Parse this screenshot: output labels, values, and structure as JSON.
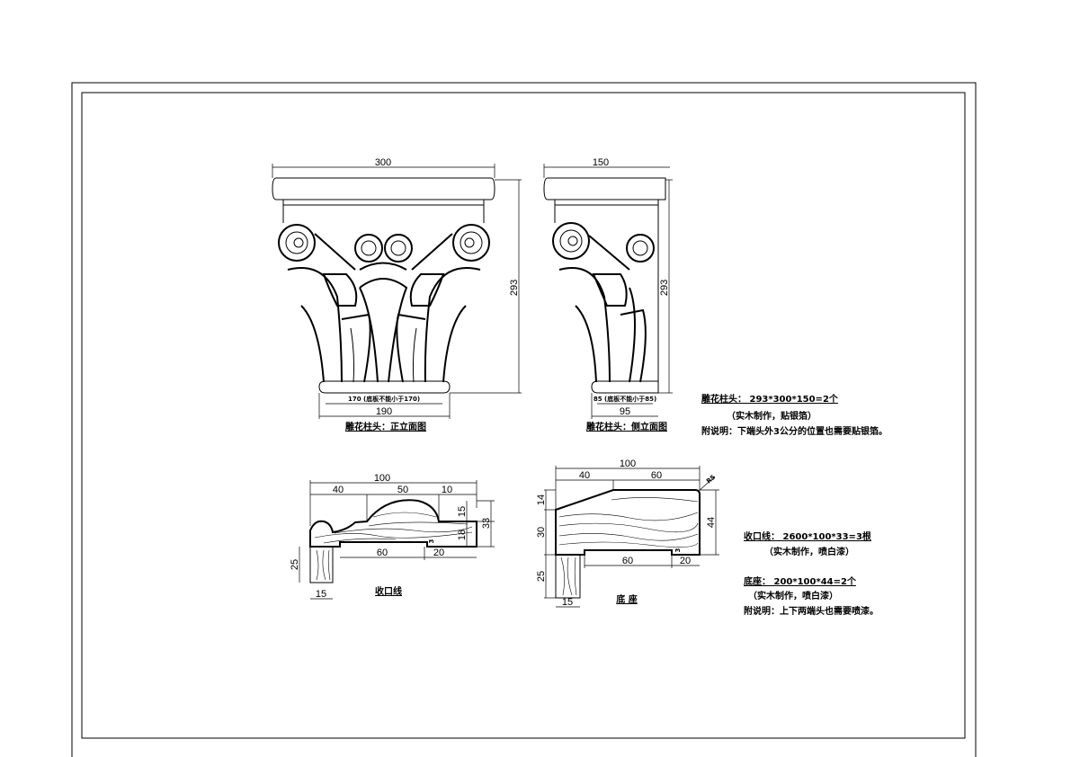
{
  "capital_front": {
    "dim_width": "300",
    "dim_height": "293",
    "dim_base_inner": "170 (底板不能小于170)",
    "dim_base": "190",
    "caption": "雕花柱头：正立面图"
  },
  "capital_side": {
    "dim_width": "150",
    "dim_height": "293",
    "dim_base_inner": "85 (底板不能小于85)",
    "dim_base": "95",
    "caption": "雕花柱头：侧立面图"
  },
  "notes_capital": {
    "title": "雕花柱头：  293*300*150=2个",
    "line1": "（实木制作，贴银箔）",
    "line2": "附说明：下端头外3公分的位置也需要贴银箔。"
  },
  "trim_profile": {
    "dim_total": "100",
    "dim_a": "40",
    "dim_b": "50",
    "dim_c": "10",
    "dim_top": "15",
    "dim_mid": "18",
    "dim_height": "33",
    "dim_groove": "3",
    "dim_bottom_a": "60",
    "dim_bottom_b": "20",
    "dim_leg_h": "25",
    "dim_leg_w": "15",
    "caption": "收口线"
  },
  "base_profile": {
    "dim_total": "100",
    "dim_a": "40",
    "dim_b": "60",
    "dim_radius": "R5",
    "dim_top": "14",
    "dim_mid": "30",
    "dim_height": "44",
    "dim_groove": "3",
    "dim_bottom_a": "60",
    "dim_bottom_b": "20",
    "dim_leg_h": "25",
    "dim_leg_w": "15",
    "caption": "底 座"
  },
  "notes_profiles": {
    "trim_title": "收口线：  2600*100*33=3根",
    "trim_line1": "（实木制作，喷白漆）",
    "base_title": "底座：  200*100*44=2个",
    "base_line1": "（实木制作，喷白漆）",
    "base_line2": "附说明：上下两端头也需要喷漆。"
  }
}
